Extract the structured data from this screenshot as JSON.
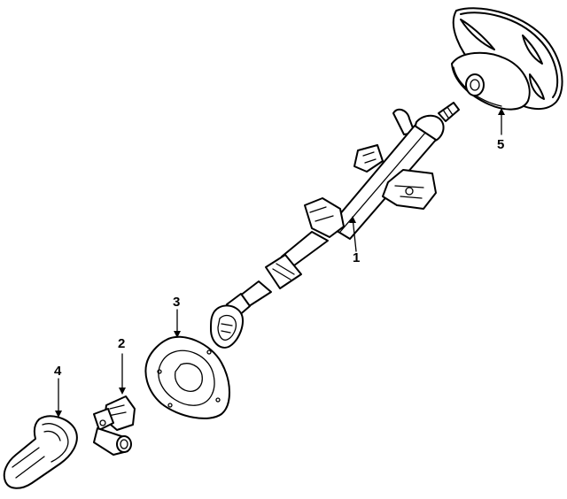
{
  "diagram": {
    "callouts": [
      {
        "id": "1",
        "label": "1",
        "part": "steering-column"
      },
      {
        "id": "2",
        "label": "2",
        "part": "intermediate-shaft-joint"
      },
      {
        "id": "3",
        "label": "3",
        "part": "column-boot-seal"
      },
      {
        "id": "4",
        "label": "4",
        "part": "lower-dust-cover"
      },
      {
        "id": "5",
        "label": "5",
        "part": "steering-wheel"
      }
    ]
  }
}
